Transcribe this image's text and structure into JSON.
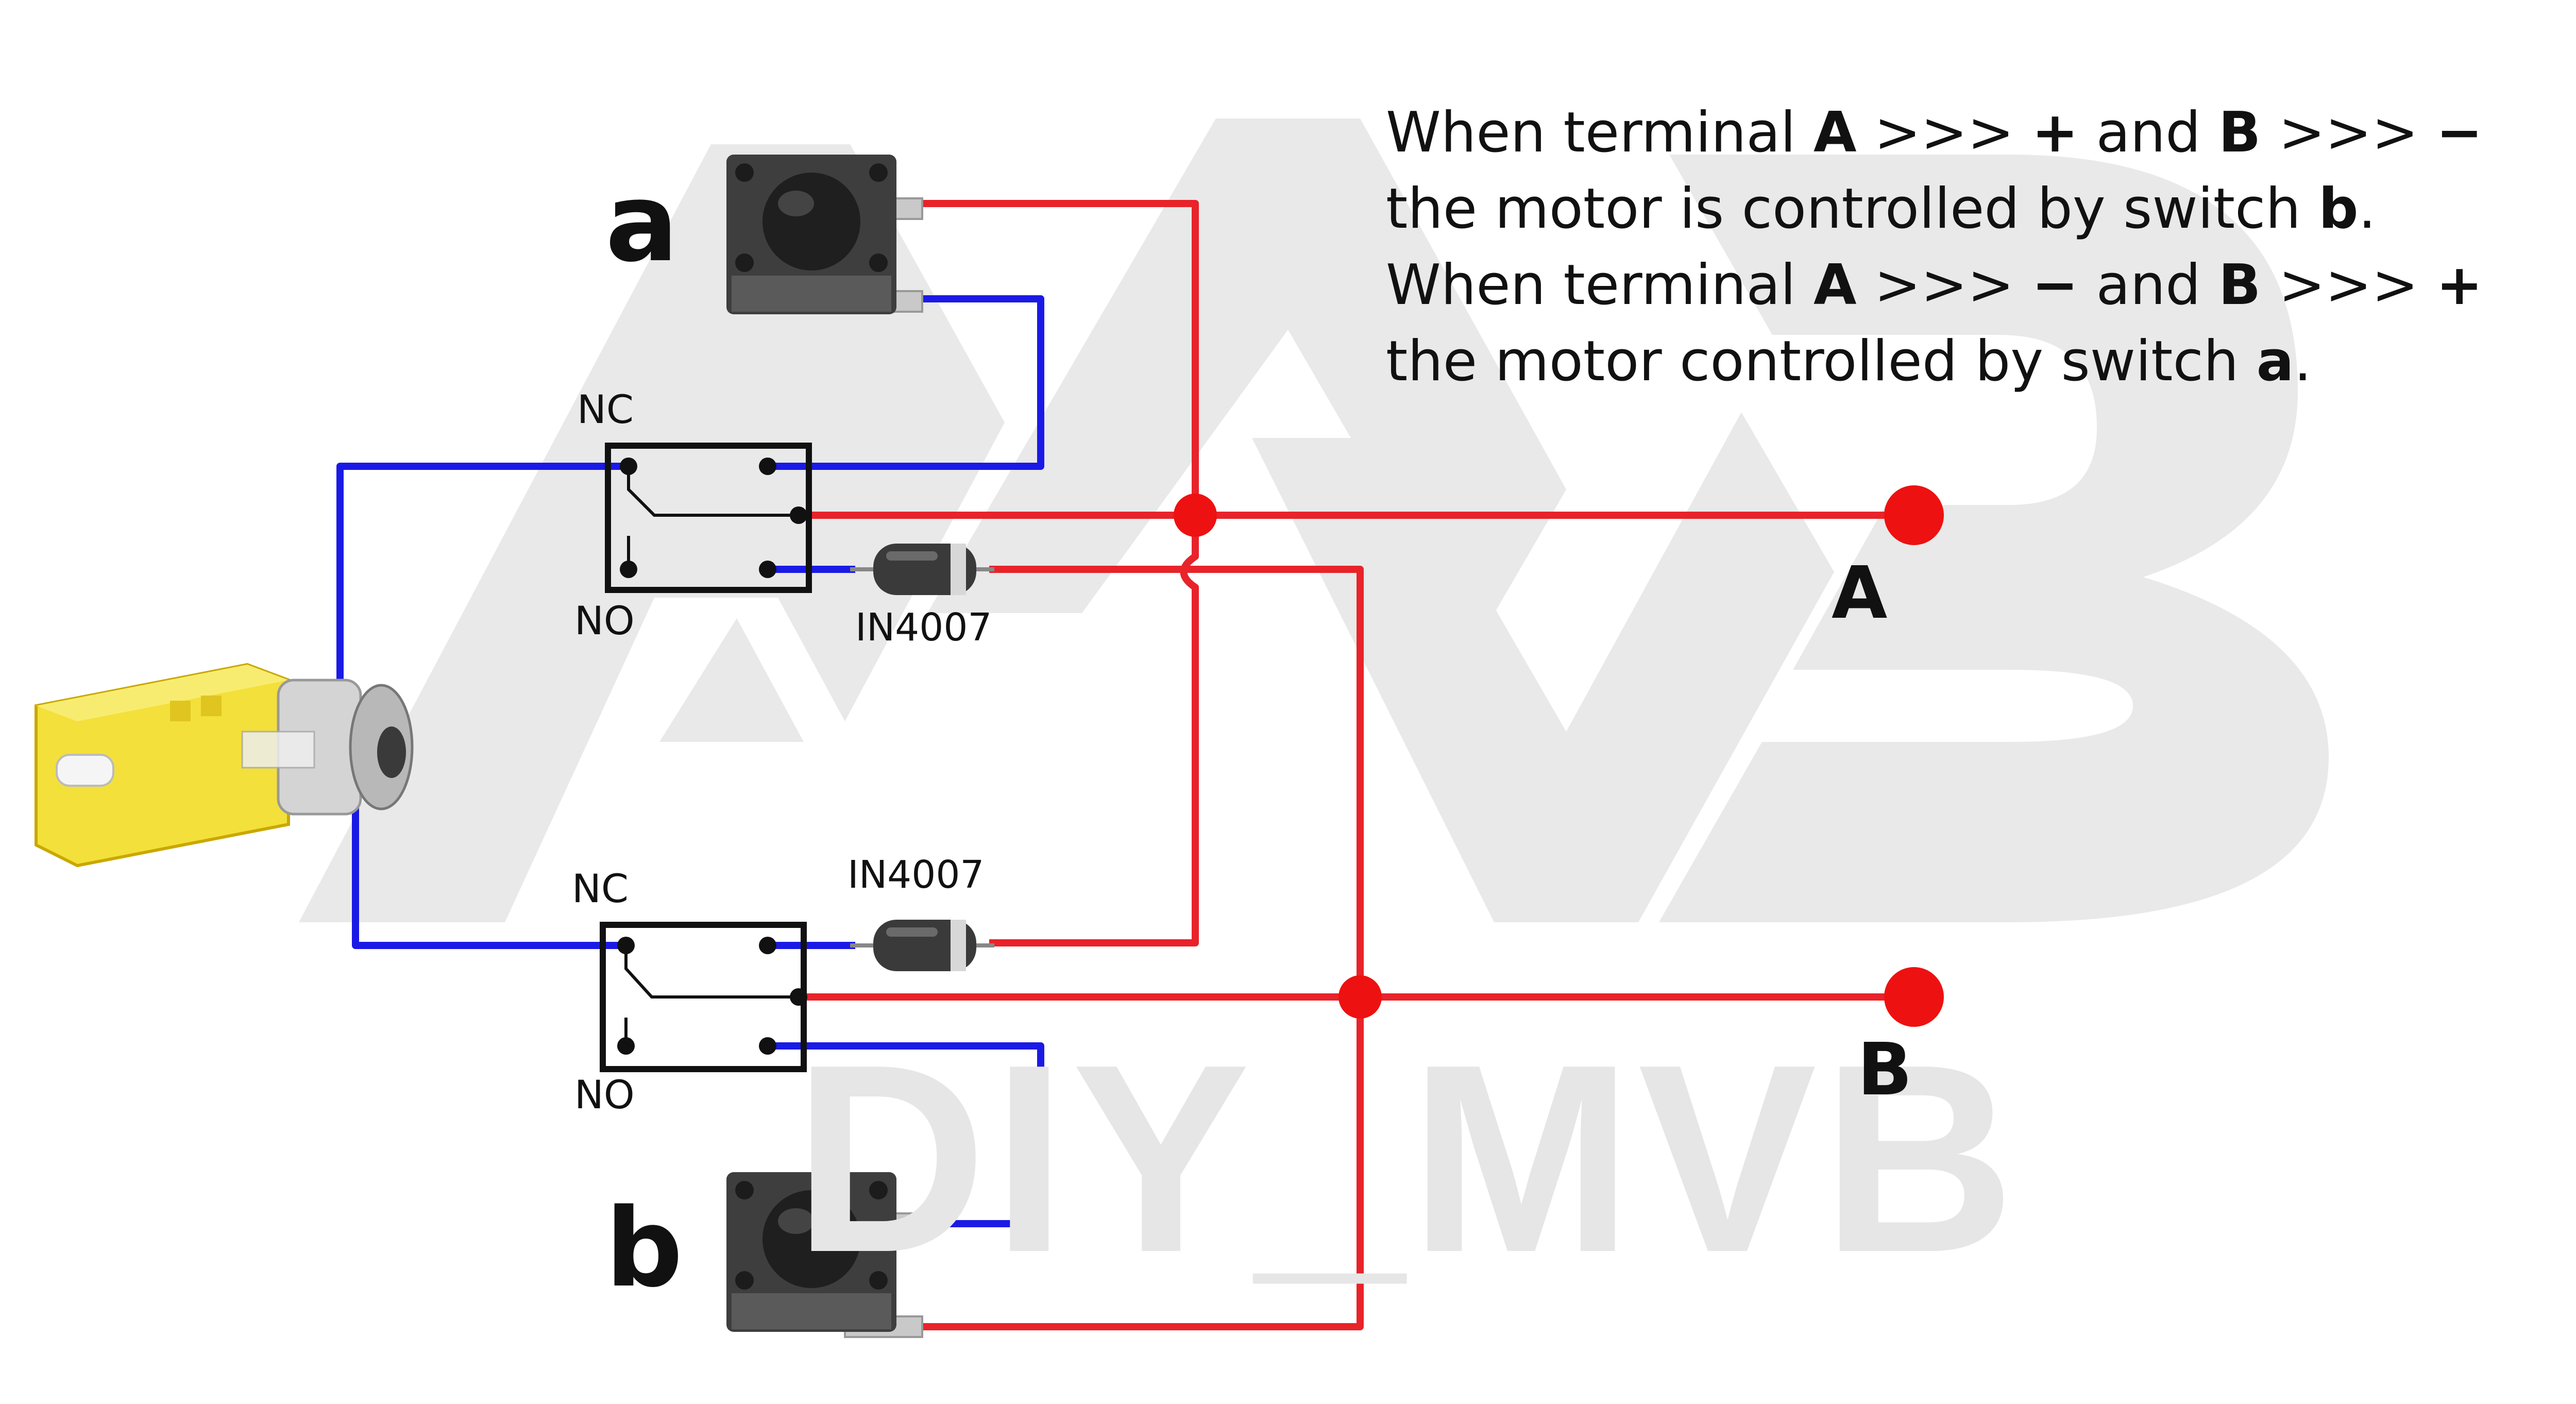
{
  "watermark": {
    "text": "DIY_MVB"
  },
  "notes": {
    "line1": {
      "pre": "When terminal ",
      "t1": "A",
      "mid1": "  >>> ",
      "s1": "+",
      "mid2": "  and ",
      "t2": "B",
      "mid3": "  >>> ",
      "s2": "−"
    },
    "line2": {
      "pre": "the motor is controlled by switch ",
      "sw": "b",
      "post": "."
    },
    "line3": {
      "pre": "When terminal ",
      "t1": "A",
      "mid1": " >>> ",
      "s1": "−",
      "mid2": "  and ",
      "t2": "B",
      "mid3": " >>> ",
      "s2": "+"
    },
    "line4": {
      "pre": "the motor controlled by switch ",
      "sw": "a",
      "post": "."
    }
  },
  "switches": {
    "a": "a",
    "b": "b"
  },
  "relays": {
    "top": {
      "nc": "NC",
      "no": "NO"
    },
    "bottom": {
      "nc": "NC",
      "no": "NO"
    }
  },
  "diodes": {
    "top": "IN4007",
    "bottom": "IN4007"
  },
  "terminals": {
    "a": "A",
    "b": "B"
  },
  "colors": {
    "positive_wire": "#e8232a",
    "negative_wire": "#1a1ae6",
    "terminal_dot": "#ee1111",
    "motor_body": "#f4e03a",
    "watermark": "#e6e6e6"
  }
}
